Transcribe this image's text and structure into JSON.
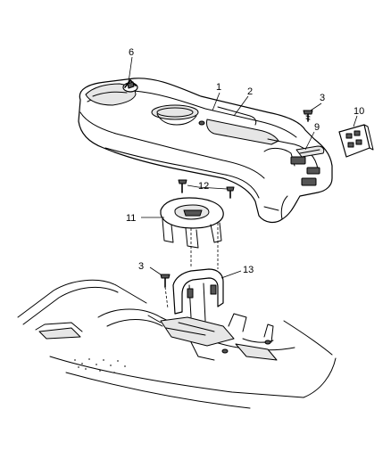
{
  "callouts": [
    {
      "id": "1",
      "label": "1"
    },
    {
      "id": "2",
      "label": "2"
    },
    {
      "id": "3a",
      "label": "3"
    },
    {
      "id": "6",
      "label": "6"
    },
    {
      "id": "9",
      "label": "9"
    },
    {
      "id": "10",
      "label": "10"
    },
    {
      "id": "11",
      "label": "11"
    },
    {
      "id": "12",
      "label": "12"
    },
    {
      "id": "3b",
      "label": "3"
    },
    {
      "id": "13",
      "label": "13"
    }
  ],
  "parts": [
    {
      "callout": "1",
      "name": "floor-console-housing-icon"
    },
    {
      "callout": "2",
      "name": "cupholder-bezel-icon"
    },
    {
      "callout": "3",
      "name": "screw-icon"
    },
    {
      "callout": "6",
      "name": "armrest-lid-latch-icon"
    },
    {
      "callout": "9",
      "name": "switch-bezel-icon"
    },
    {
      "callout": "10",
      "name": "switch-panel-icon"
    },
    {
      "callout": "11",
      "name": "shifter-bezel-icon"
    },
    {
      "callout": "12",
      "name": "screw-icon"
    },
    {
      "callout": "13",
      "name": "console-bracket-icon"
    }
  ]
}
